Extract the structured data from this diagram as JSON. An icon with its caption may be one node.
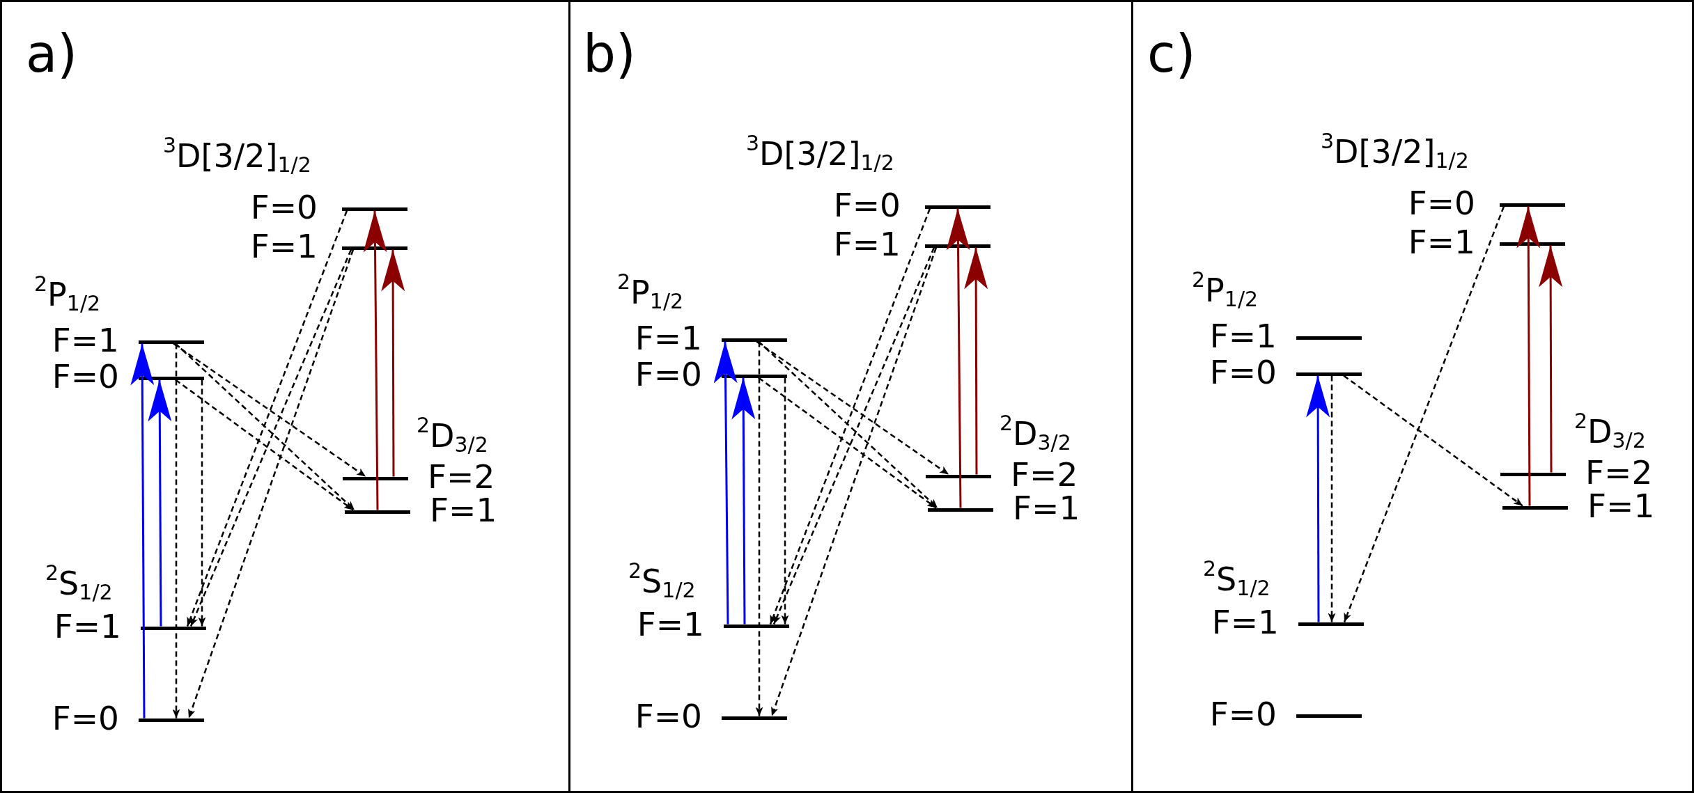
{
  "diagram": {
    "nodes": [
      {
        "text": [
          "a)"
        ]
      },
      {
        "text": [],
        "shape": "bar",
        "in": 0,
        "beside": [
          "F=0"
        ]
      },
      {
        "text": [],
        "shape": "bar",
        "in": 0,
        "beside": [
          "F=1"
        ]
      },
      {
        "text": [],
        "shape": "bar",
        "in": 0,
        "beside": [
          "F=1"
        ]
      },
      {
        "text": [],
        "shape": "bar",
        "in": 0,
        "beside": [
          "F=0"
        ]
      },
      {
        "text": [],
        "shape": "bar",
        "in": 0,
        "beside": [
          "F=2"
        ]
      },
      {
        "text": [],
        "shape": "bar",
        "in": 0,
        "beside": [
          "F=1"
        ]
      },
      {
        "text": [],
        "shape": "bar",
        "in": 0,
        "beside": [
          "F=1"
        ]
      },
      {
        "text": [],
        "shape": "bar",
        "in": 0,
        "beside": [
          "F=0"
        ]
      },
      {
        "text": [
          "b)"
        ]
      },
      {
        "text": [],
        "shape": "bar",
        "in": 9,
        "beside": [
          "F=0"
        ]
      },
      {
        "text": [],
        "shape": "bar",
        "in": 9,
        "beside": [
          "F=1"
        ]
      },
      {
        "text": [],
        "shape": "bar",
        "in": 9,
        "beside": [
          "F=1"
        ]
      },
      {
        "text": [],
        "shape": "bar",
        "in": 9,
        "beside": [
          "F=0"
        ]
      },
      {
        "text": [],
        "shape": "bar",
        "in": 9,
        "beside": [
          "F=2"
        ]
      },
      {
        "text": [],
        "shape": "bar",
        "in": 9,
        "beside": [
          "F=1"
        ]
      },
      {
        "text": [],
        "shape": "bar",
        "in": 9,
        "beside": [
          "F=1"
        ]
      },
      {
        "text": [],
        "shape": "bar",
        "in": 9,
        "beside": [
          "F=0"
        ]
      },
      {
        "text": [
          "c)"
        ]
      },
      {
        "text": [],
        "shape": "bar",
        "in": 18,
        "beside": [
          "F=0"
        ]
      },
      {
        "text": [],
        "shape": "bar",
        "in": 18,
        "beside": [
          "F=1"
        ]
      },
      {
        "text": [],
        "shape": "bar",
        "in": 18,
        "beside": [
          "F=1"
        ]
      },
      {
        "text": [],
        "shape": "bar",
        "in": 18,
        "beside": [
          "F=0"
        ]
      },
      {
        "text": [],
        "shape": "bar",
        "in": 18,
        "beside": [
          "F=2"
        ]
      },
      {
        "text": [],
        "shape": "bar",
        "in": 18,
        "beside": [
          "F=1"
        ]
      },
      {
        "text": [],
        "shape": "bar",
        "in": 18,
        "beside": [
          "F=1"
        ]
      },
      {
        "text": [],
        "shape": "bar",
        "in": 18,
        "beside": [
          "F=0"
        ]
      }
    ],
    "edges": [
      {
        "from": 8,
        "to": 3,
        "arrow": "to",
        "color": "#0000ff"
      },
      {
        "from": 7,
        "to": 4,
        "arrow": "to",
        "color": "#0000ff"
      },
      {
        "from": 6,
        "to": 1,
        "arrow": "to",
        "color": "#8b0000"
      },
      {
        "from": 5,
        "to": 2,
        "arrow": "to",
        "color": "#8b0000"
      },
      {
        "from": 3,
        "to": 8,
        "arrow": "to",
        "style": "dashed"
      },
      {
        "from": 4,
        "to": 7,
        "arrow": "to",
        "style": "dashed"
      },
      {
        "from": 3,
        "to": 5,
        "arrow": "to",
        "style": "dashed"
      },
      {
        "from": 3,
        "to": 6,
        "arrow": "to",
        "style": "dashed"
      },
      {
        "from": 4,
        "to": 6,
        "arrow": "to",
        "style": "dashed"
      },
      {
        "from": 1,
        "to": 7,
        "arrow": "to",
        "style": "dashed"
      },
      {
        "from": 2,
        "to": 7,
        "arrow": "to",
        "style": "dashed"
      },
      {
        "from": 2,
        "to": 8,
        "arrow": "to",
        "style": "dashed"
      },
      {
        "from": 16,
        "to": 12,
        "arrow": "to",
        "color": "#0000ff"
      },
      {
        "from": 16,
        "to": 13,
        "arrow": "to",
        "color": "#0000ff"
      },
      {
        "from": 15,
        "to": 10,
        "arrow": "to",
        "color": "#8b0000"
      },
      {
        "from": 14,
        "to": 11,
        "arrow": "to",
        "color": "#8b0000"
      },
      {
        "from": 12,
        "to": 17,
        "arrow": "to",
        "style": "dashed"
      },
      {
        "from": 13,
        "to": 16,
        "arrow": "to",
        "style": "dashed"
      },
      {
        "from": 12,
        "to": 14,
        "arrow": "to",
        "style": "dashed"
      },
      {
        "from": 12,
        "to": 15,
        "arrow": "to",
        "style": "dashed"
      },
      {
        "from": 13,
        "to": 15,
        "arrow": "to",
        "style": "dashed"
      },
      {
        "from": 10,
        "to": 16,
        "arrow": "to",
        "style": "dashed"
      },
      {
        "from": 11,
        "to": 16,
        "arrow": "to",
        "style": "dashed"
      },
      {
        "from": 11,
        "to": 17,
        "arrow": "to",
        "style": "dashed"
      },
      {
        "from": 25,
        "to": 22,
        "arrow": "to",
        "color": "#0000ff"
      },
      {
        "from": 24,
        "to": 19,
        "arrow": "to",
        "color": "#8b0000"
      },
      {
        "from": 23,
        "to": 20,
        "arrow": "to",
        "color": "#8b0000"
      },
      {
        "from": 22,
        "to": 25,
        "arrow": "to",
        "style": "dashed"
      },
      {
        "from": 22,
        "to": 24,
        "arrow": "to",
        "style": "dashed"
      },
      {
        "from": 19,
        "to": 25,
        "arrow": "to",
        "style": "dashed"
      }
    ],
    "labels": [
      "$^{3}$D[3/2]$_{1/2}$",
      "$^{2}$P$_{1/2}$",
      "$^{2}$D$_{3/2}$",
      "$^{2}$S$_{1/2}$",
      "$^{3}$D[3/2]$_{1/2}$",
      "$^{2}$P$_{1/2}$",
      "$^{2}$D$_{3/2}$",
      "$^{2}$S$_{1/2}$",
      "$^{3}$D[3/2]$_{1/2}$",
      "$^{2}$P$_{1/2}$",
      "$^{2}$D$_{3/2}$",
      "$^{2}$S$_{1/2}$"
    ]
  }
}
